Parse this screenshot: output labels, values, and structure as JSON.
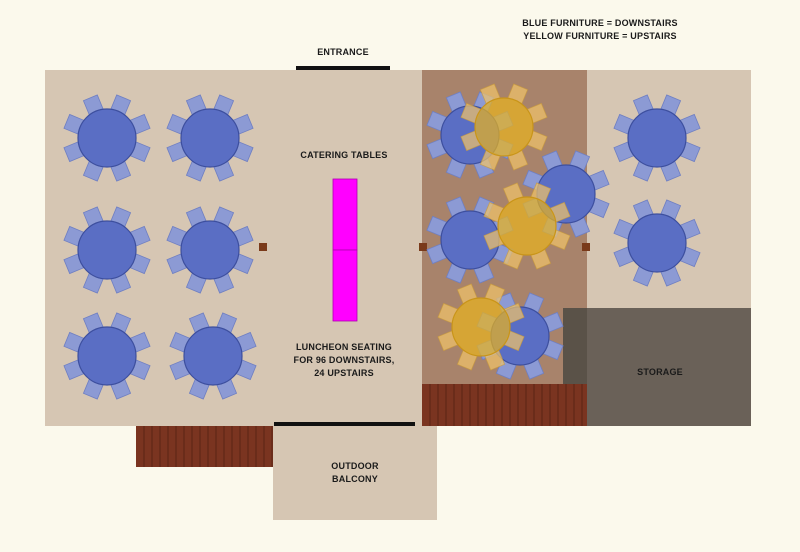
{
  "legend": {
    "line1": "BLUE FURNITURE = DOWNSTAIRS",
    "line2": "YELLOW FURNITURE = UPSTAIRS"
  },
  "labels": {
    "entrance": "ENTRANCE",
    "catering": "CATERING TABLES",
    "seating": "LUNCHEON SEATING\nFOR 96 DOWNSTAIRS,\n24 UPSTAIRS",
    "storage": "STORAGE",
    "balcony": "OUTDOOR\nBALCONY"
  },
  "colors": {
    "background": "#fbf9ec",
    "floor": "#d6c6b3",
    "mezzanine": "#a8836b",
    "storage": "#6a6158",
    "deck": "#7a3420",
    "downstairs_table": "#5a6ec4",
    "downstairs_chair": "#8c9ad4",
    "upstairs_table": "#e8b320",
    "upstairs_chair": "#f0c36a",
    "catering": "#ff00ff",
    "door": "#111111",
    "column": "#7a3a1a"
  }
}
